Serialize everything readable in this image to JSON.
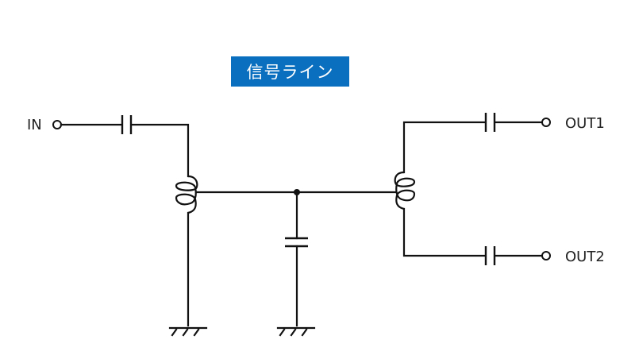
{
  "title": {
    "text": "信号ライン",
    "background": "#0b6fbf",
    "color": "#ffffff"
  },
  "terminals": {
    "input": "IN",
    "output1": "OUT1",
    "output2": "OUT2"
  },
  "components": [
    {
      "id": "C-in",
      "type": "capacitor",
      "between": [
        "IN",
        "L1"
      ]
    },
    {
      "id": "L1",
      "type": "inductor",
      "between": [
        "C-in",
        "ground-1"
      ],
      "tap": "center-node"
    },
    {
      "id": "C-shunt",
      "type": "capacitor",
      "between": [
        "center-node",
        "ground-2"
      ]
    },
    {
      "id": "L2",
      "type": "inductor",
      "between": [
        "C-out1",
        "C-out2"
      ],
      "tap": "center-node"
    },
    {
      "id": "C-out1",
      "type": "capacitor",
      "between": [
        "L2",
        "OUT1"
      ]
    },
    {
      "id": "C-out2",
      "type": "capacitor",
      "between": [
        "L2",
        "OUT2"
      ]
    },
    {
      "id": "ground-1",
      "type": "ground"
    },
    {
      "id": "ground-2",
      "type": "ground"
    }
  ],
  "colors": {
    "line": "#111111",
    "accent": "#0b6fbf"
  }
}
